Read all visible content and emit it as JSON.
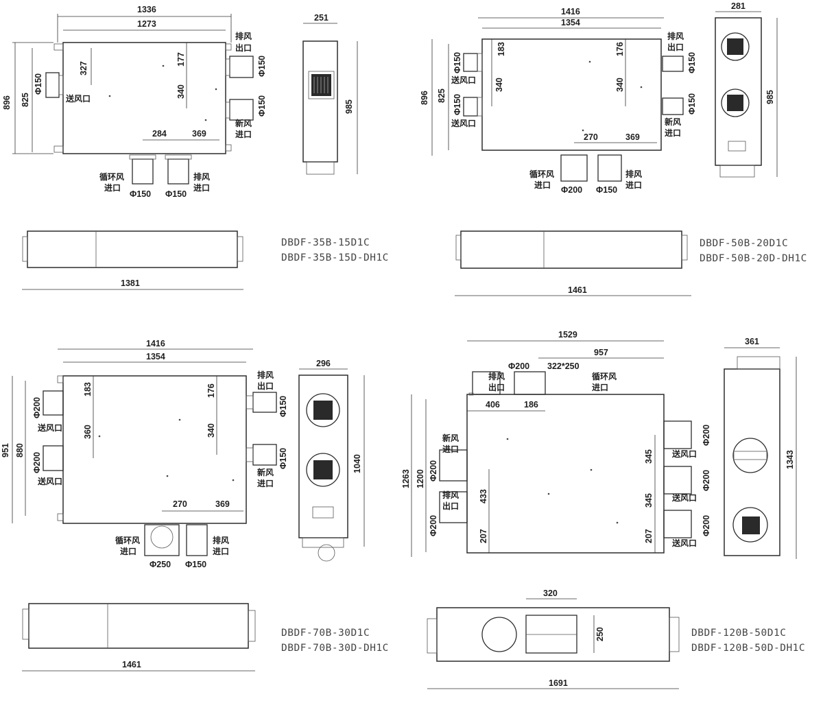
{
  "labels": {
    "exhaust_out": [
      "排风",
      "出口"
    ],
    "supply": "送风口",
    "fresh_in": [
      "新风",
      "进口"
    ],
    "return_in": [
      "循环风",
      "进口"
    ],
    "exhaust_in": [
      "排风",
      "进口"
    ],
    "return_in_b": [
      "循环风",
      "进口"
    ]
  },
  "models": {
    "m1": [
      "DBDF-35B-15D1C",
      "DBDF-35B-15D-DH1C"
    ],
    "m2": [
      "DBDF-50B-20D1C",
      "DBDF-50B-20D-DH1C"
    ],
    "m3": [
      "DBDF-70B-30D1C",
      "DBDF-70B-30D-DH1C"
    ],
    "m4": [
      "DBDF-120B-50D1C",
      "DBDF-120B-50D-DH1C"
    ]
  },
  "dims": {
    "m1": {
      "w_outer": "1336",
      "w_inner": "1273",
      "h_outer": "896",
      "h_inner": "825",
      "supply_off": "327",
      "out_top": "177",
      "out_gap": "340",
      "bot_a": "284",
      "bot_b": "369",
      "d150": "Φ150",
      "side_w": "251",
      "side_h": "985",
      "front_w": "1381"
    },
    "m2": {
      "w_outer": "1416",
      "w_inner": "1354",
      "h_outer": "896",
      "h_inner": "825",
      "left_top": "183",
      "left_gap": "340",
      "out_top": "176",
      "out_gap": "340",
      "bot_a": "270",
      "bot_b": "369",
      "d150": "Φ150",
      "d200": "Φ200",
      "side_w": "281",
      "side_h": "985",
      "front_w": "1461"
    },
    "m3": {
      "w_outer": "1416",
      "w_inner": "1354",
      "h_outer": "951",
      "h_inner": "880",
      "left_top": "183",
      "left_gap": "360",
      "out_top": "176",
      "out_gap": "340",
      "bot_a": "270",
      "bot_b": "369",
      "d150": "Φ150",
      "d200": "Φ200",
      "d250": "Φ250",
      "side_w": "296",
      "side_h": "1040",
      "front_w": "1461"
    },
    "m4": {
      "w_outer": "1529",
      "w_inner": "957",
      "h_outer": "1263",
      "h_inner": "1200",
      "top_a": "406",
      "top_b": "186",
      "top_rect": "322*250",
      "d200": "Φ200",
      "left_gap": "433",
      "left_bot": "207",
      "right_a": "345",
      "right_b": "345",
      "right_c": "207",
      "side_w": "361",
      "side_h": "1343",
      "front_w": "1691",
      "front_top": "320",
      "front_h": "250"
    }
  }
}
